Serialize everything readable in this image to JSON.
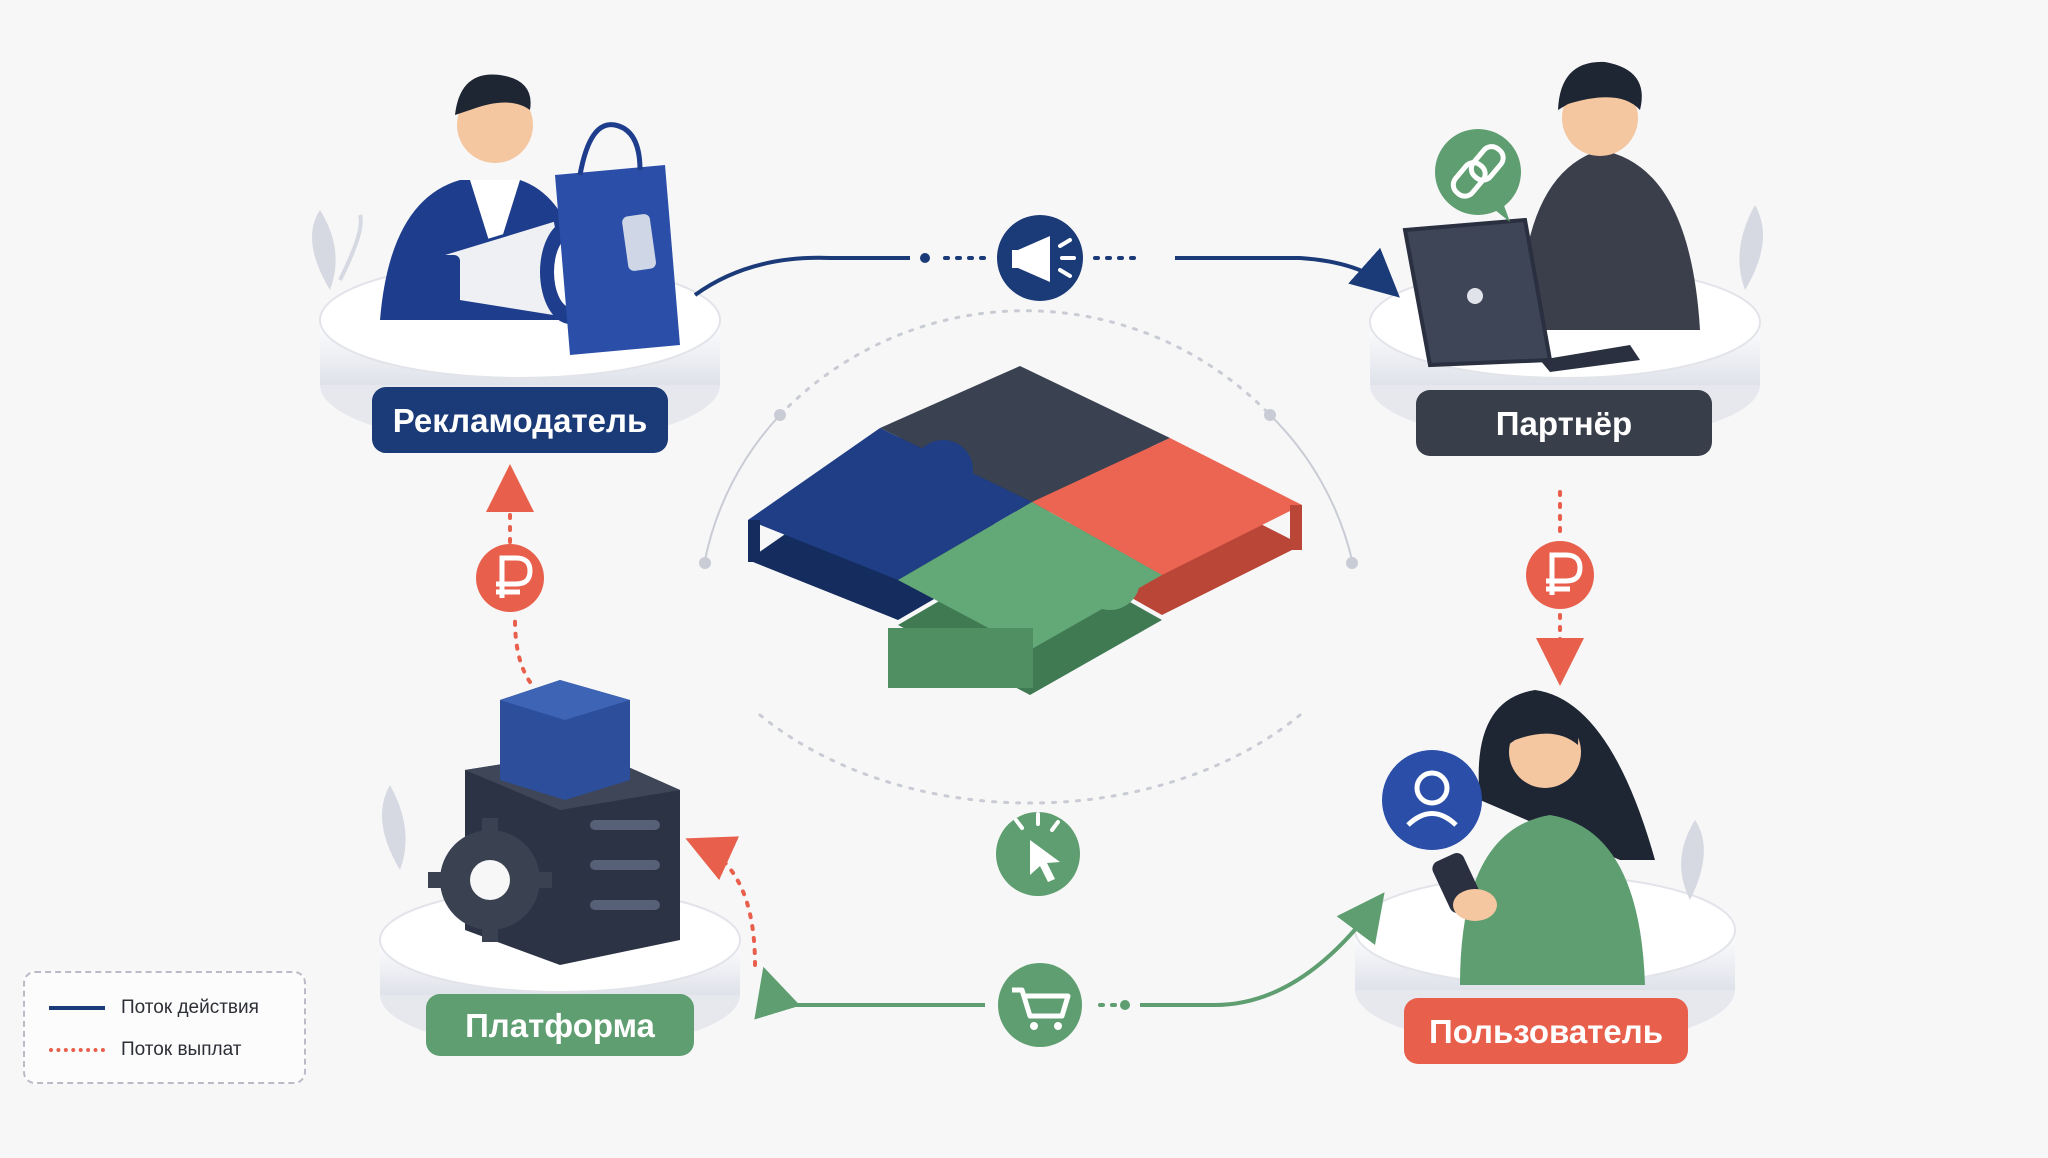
{
  "nodes": {
    "advertiser": {
      "label": "Рекламодатель"
    },
    "partner": {
      "label": "Партнёр"
    },
    "platform": {
      "label": "Платформа"
    },
    "user": {
      "label": "Пользователь"
    }
  },
  "flows": {
    "advertiser_to_partner": {
      "icon": "megaphone-icon"
    },
    "partner_to_user": {
      "icon": "ruble-icon"
    },
    "platform_to_advertiser": {
      "icon": "ruble-icon"
    },
    "user_platform": {
      "icon": "shopping-cart-icon"
    },
    "center_click": {
      "icon": "cursor-click-icon"
    },
    "partner_badge": {
      "icon": "link-icon"
    },
    "user_badge": {
      "icon": "user-icon"
    }
  },
  "legend": {
    "action_flow": "Поток действия",
    "payout_flow": "Поток выплат"
  },
  "colors": {
    "navy": "#1b3a78",
    "dark": "#373e4d",
    "red": "#e8604c",
    "green": "#5e9e70",
    "background": "#f7f7f8"
  }
}
